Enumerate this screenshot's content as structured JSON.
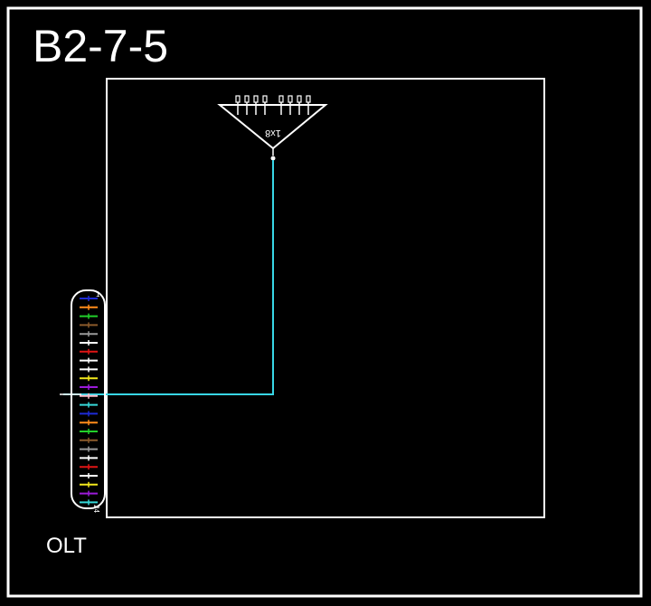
{
  "title": "B2-7-5",
  "olt": {
    "label": "OLT",
    "first_port_label": "1",
    "last_port_label": "24",
    "port_colors": [
      "#1e2bd6",
      "#ff8c1a",
      "#22d02a",
      "#8b5a2b",
      "#9a9a9a",
      "#ffffff",
      "#e01515",
      "#ffffff",
      "#ffffff",
      "#f2e81c",
      "#9b1bd9",
      "#ffc0cb",
      "#36d8d8",
      "#1e2bd6",
      "#ff8c1a",
      "#22d02a",
      "#8b5a2b",
      "#9a9a9a",
      "#ffffff",
      "#e01515",
      "#ffffff",
      "#f2e81c",
      "#9b1bd9",
      "#36d8d8"
    ],
    "connected_port_index": 12
  },
  "splitter": {
    "label": "1x8",
    "output_count": 8
  },
  "colors": {
    "background": "#000000",
    "line": "#ffffff",
    "fiber": "#38d6e6"
  }
}
